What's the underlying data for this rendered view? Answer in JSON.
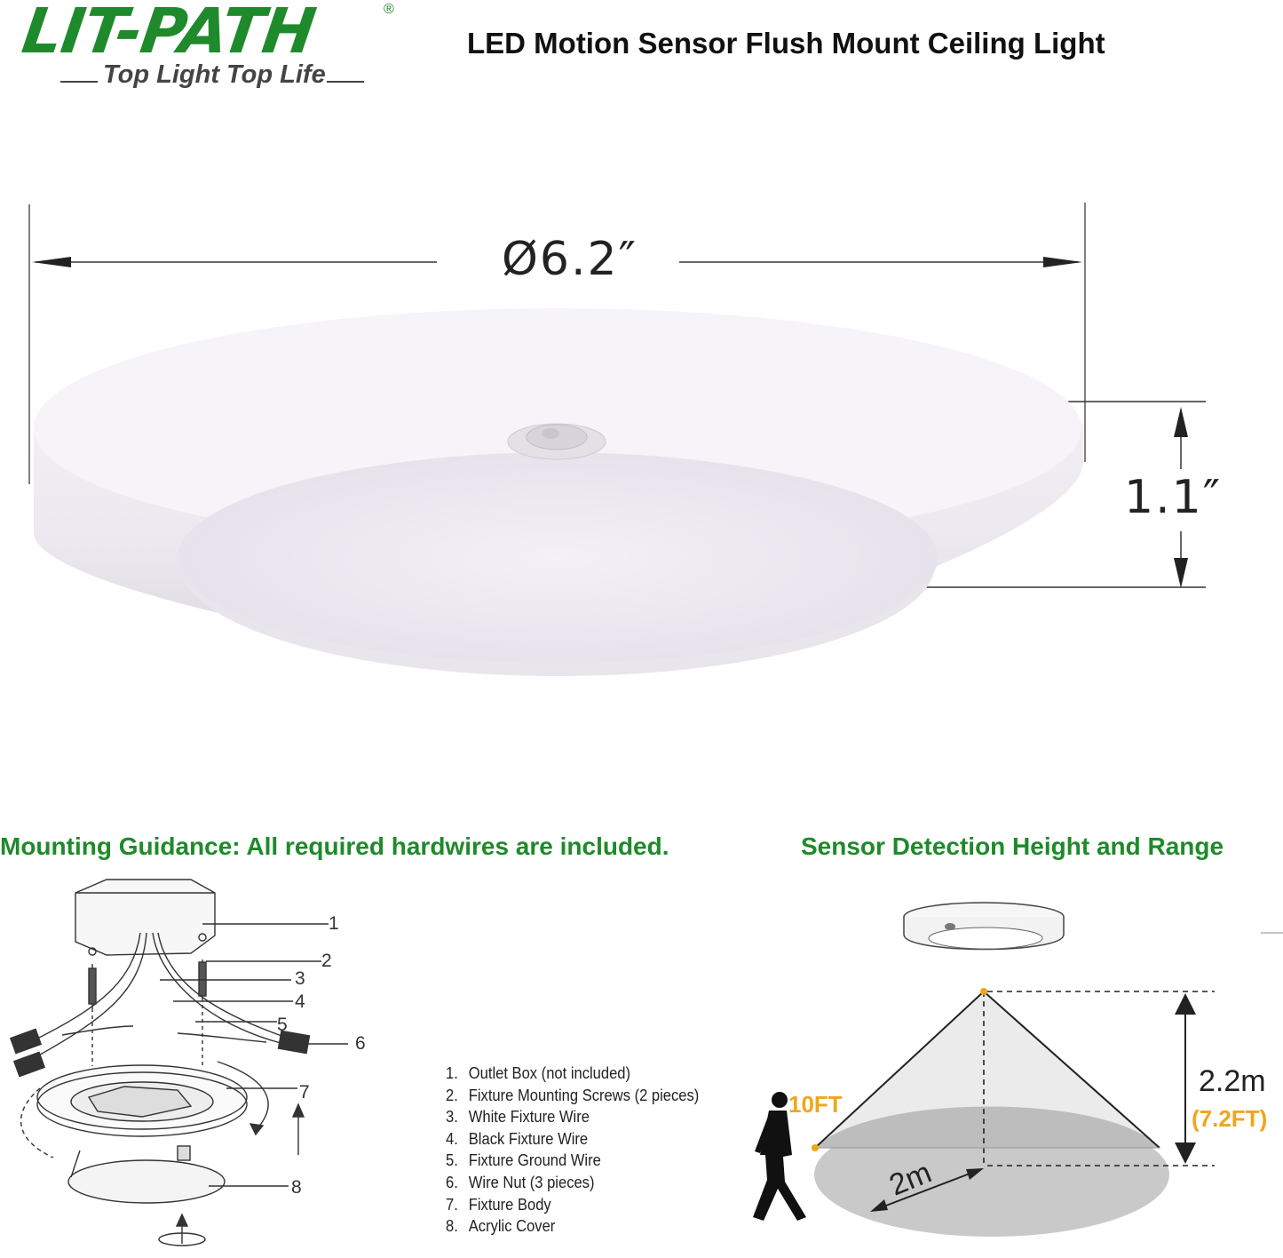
{
  "brand": {
    "logo": "LIT-PATH",
    "registered": "®",
    "tagline": "Top Light Top Life"
  },
  "title": "LED Motion Sensor Flush Mount Ceiling Light",
  "dimensions": {
    "diameter": "Ø6.2″",
    "height": "1.1″"
  },
  "mounting": {
    "heading": "Mounting Guidance: All required hardwires are included.",
    "callouts": [
      "1",
      "2",
      "3",
      "4",
      "5",
      "6",
      "7",
      "8"
    ],
    "parts": [
      {
        "num": "1.",
        "label": "Outlet Box (not included)"
      },
      {
        "num": "2.",
        "label": "Fixture Mounting Screws (2 pieces)"
      },
      {
        "num": "3.",
        "label": "White Fixture Wire"
      },
      {
        "num": "4.",
        "label": "Black Fixture Wire"
      },
      {
        "num": "5.",
        "label": "Fixture Ground Wire"
      },
      {
        "num": "6.",
        "label": "Wire Nut (3 pieces)"
      },
      {
        "num": "7.",
        "label": "Fixture Body"
      },
      {
        "num": "8.",
        "label": "Acrylic Cover"
      }
    ]
  },
  "sensor": {
    "heading": "Sensor Detection Height and Range",
    "range_ft": "10FT",
    "radius": "2m",
    "height_m": "2.2m",
    "height_ft": "(7.2FT)"
  },
  "colors": {
    "brand_green": "#1f8a2b",
    "highlight_orange": "#f0a61a"
  }
}
